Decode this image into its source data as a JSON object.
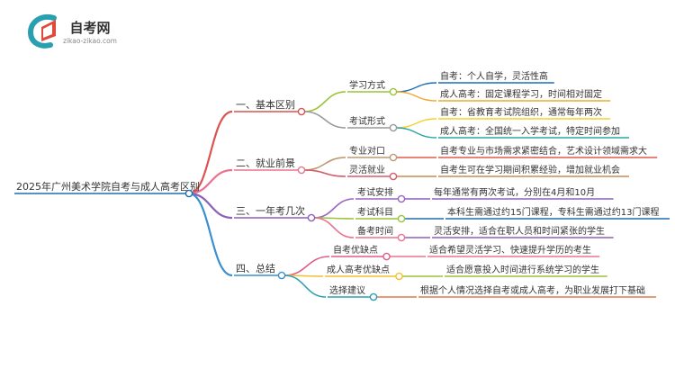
{
  "logo": {
    "title": "自考网",
    "subtitle": "zikao-zikao.com",
    "colors": {
      "teal": "#2a9fb0",
      "red": "#e04a3a",
      "text": "#333333"
    }
  },
  "root": {
    "label": "2025年广州美术学院自考与成人高考区别",
    "color": "#1a6fae"
  },
  "branches": [
    {
      "label": "一、基本区别",
      "color": "#d9534f",
      "children": [
        {
          "label": "学习方式",
          "color": "#9bc43a",
          "leaves": [
            {
              "label": "自考：个人自学，灵活性高",
              "color": "#1f6fb5"
            },
            {
              "label": "成人高考：固定课程学习，时间相对固定",
              "color": "#f0a830"
            }
          ]
        },
        {
          "label": "考试形式",
          "color": "#999999",
          "leaves": [
            {
              "label": "自考：省教育考试院组织，通常每年两次",
              "color": "#f6cf2e"
            },
            {
              "label": "成人高考：全国统一入学考试，特定时间参加",
              "color": "#2aa8a0"
            }
          ]
        }
      ]
    },
    {
      "label": "二、就业前景",
      "color": "#e8738f",
      "children": [
        {
          "label": "专业对口",
          "color": "#bc9a72",
          "leaves": [
            {
              "label": "自考专业与市场需求紧密结合，艺术设计领域需求大",
              "color": "#e05a4a"
            }
          ]
        },
        {
          "label": "灵活就业",
          "color": "#d55a6a",
          "leaves": [
            {
              "label": "自考生可在学习期间积累经验，增加就业机会",
              "color": "#c78b54"
            }
          ]
        }
      ]
    },
    {
      "label": "三、一年考几次",
      "color": "#8e5fb8",
      "children": [
        {
          "label": "考试安排",
          "color": "#9a64c2",
          "leaves": [
            {
              "label": "每年通常有两次考试，分别在4月和10月",
              "color": "#8e5fb8"
            }
          ]
        },
        {
          "label": "考试科目",
          "color": "#9bc43a",
          "leaves": [
            {
              "label": "本科生需通过约15门课程，专科生需通过约13门课程",
              "color": "#1f6fb5"
            }
          ]
        },
        {
          "label": "备考时间",
          "color": "#e8738f",
          "leaves": [
            {
              "label": "灵活安排，适合在职人员和时间紧张的学生",
              "color": "#8e5fb8"
            }
          ]
        }
      ]
    },
    {
      "label": "四、总结",
      "color": "#3a8fd0",
      "children": [
        {
          "label": "自考优缺点",
          "color": "#e05a8a",
          "leaves": [
            {
              "label": "适合希望灵活学习、快速提升学历的考生",
              "color": "#e8738f"
            }
          ]
        },
        {
          "label": "成人高考优缺点",
          "color": "#f0c030",
          "leaves": [
            {
              "label": "适合愿意投入时间进行系统学习的学生",
              "color": "#9bc43a"
            }
          ]
        },
        {
          "label": "选择建议",
          "color": "#2a9fb0",
          "leaves": [
            {
              "label": "根据个人情况选择自考或成人高考，为职业发展打下基础",
              "color": "#e07a4a"
            }
          ]
        }
      ]
    }
  ]
}
